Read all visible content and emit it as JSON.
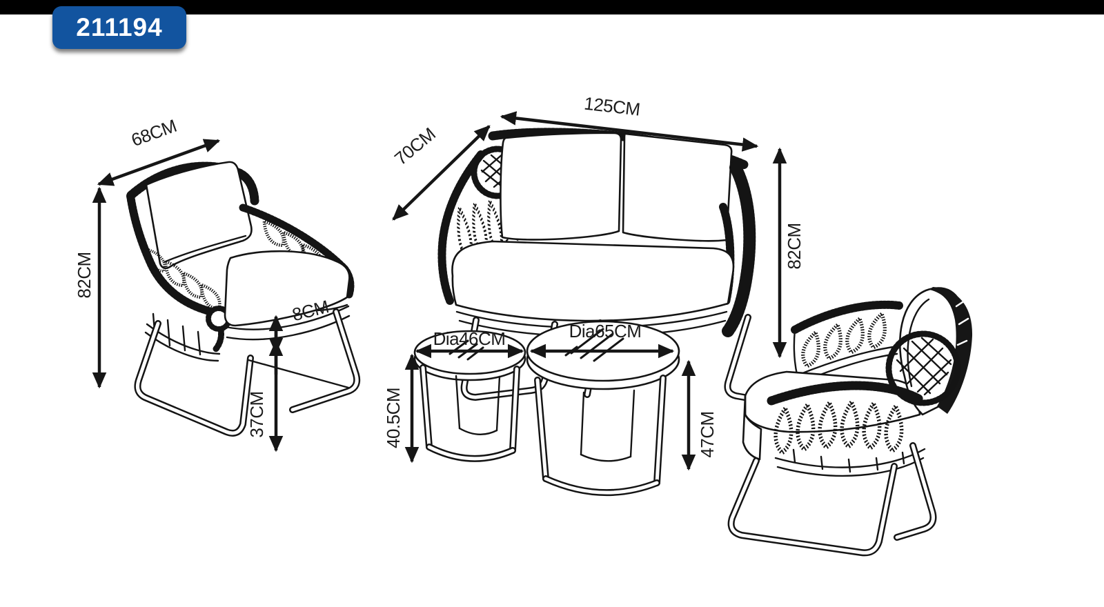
{
  "page": {
    "background": "#ffffff"
  },
  "top_bar": {
    "color": "#000000"
  },
  "badge": {
    "label": "211194",
    "background": "#12549f",
    "text_color": "#ffffff"
  },
  "diagram": {
    "line_color": "#141414",
    "labels": {
      "chair_width": "68CM",
      "chair_height": "82CM",
      "chair_cushion_thickness": "8CM",
      "chair_seat_height": "37CM",
      "sofa_width": "125CM",
      "sofa_depth": "70CM",
      "sofa_height": "82CM",
      "table_small_diameter": "Dia46CM",
      "table_small_height": "40.5CM",
      "table_large_diameter": "Dia65CM",
      "table_large_height": "47CM"
    }
  }
}
